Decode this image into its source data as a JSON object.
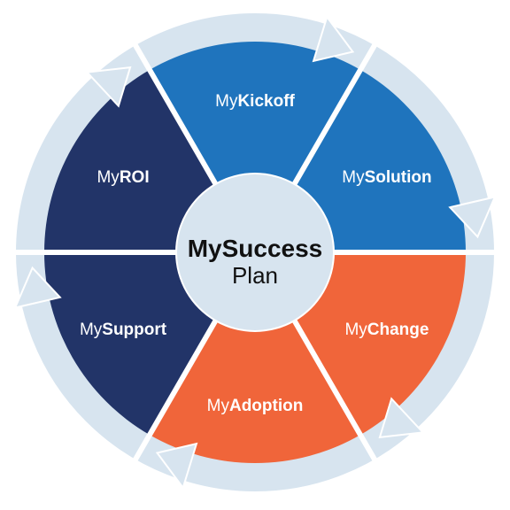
{
  "center": {
    "title": "MySuccess",
    "subtitle": "Plan"
  },
  "segments": [
    {
      "prefix": "My",
      "name": "Kickoff",
      "color": "#1f74bd"
    },
    {
      "prefix": "My",
      "name": "Solution",
      "color": "#1f74bd"
    },
    {
      "prefix": "My",
      "name": "Change",
      "color": "#f0653a"
    },
    {
      "prefix": "My",
      "name": "Adoption",
      "color": "#f0653a"
    },
    {
      "prefix": "My",
      "name": "Support",
      "color": "#223468"
    },
    {
      "prefix": "My",
      "name": "ROI",
      "color": "#223468"
    }
  ],
  "colors": {
    "ring": "#d7e4ef",
    "center_circle": "#d7e4ef",
    "gap": "#ffffff"
  }
}
